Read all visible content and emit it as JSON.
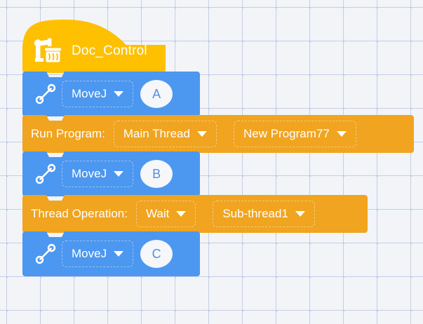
{
  "workspace": {
    "background_color": "#f2f4f8",
    "grid_mark_color": "#b9c7de"
  },
  "colors": {
    "hat_block": "#ffc000",
    "statement_block": "#f0a41f",
    "motion_block": "#4c97f0",
    "badge_background": "#f5f7fa",
    "badge_text": "#5b8dd9",
    "block_text": "#ffffff"
  },
  "program": {
    "hat": {
      "icon": "robot-arm-controller-icon",
      "title": "Doc_Control"
    },
    "blocks": [
      {
        "type": "motion",
        "icon": "trajectory-path-icon",
        "command": "MoveJ",
        "point": "A"
      },
      {
        "type": "statement",
        "label": "Run Program:",
        "field1": "Main Thread",
        "field2": "New Program77"
      },
      {
        "type": "motion",
        "icon": "trajectory-path-icon",
        "command": "MoveJ",
        "point": "B"
      },
      {
        "type": "statement",
        "label": "Thread Operation:",
        "field1": "Wait",
        "field2": "Sub-thread1"
      },
      {
        "type": "motion",
        "icon": "trajectory-path-icon",
        "command": "MoveJ",
        "point": "C"
      }
    ]
  }
}
